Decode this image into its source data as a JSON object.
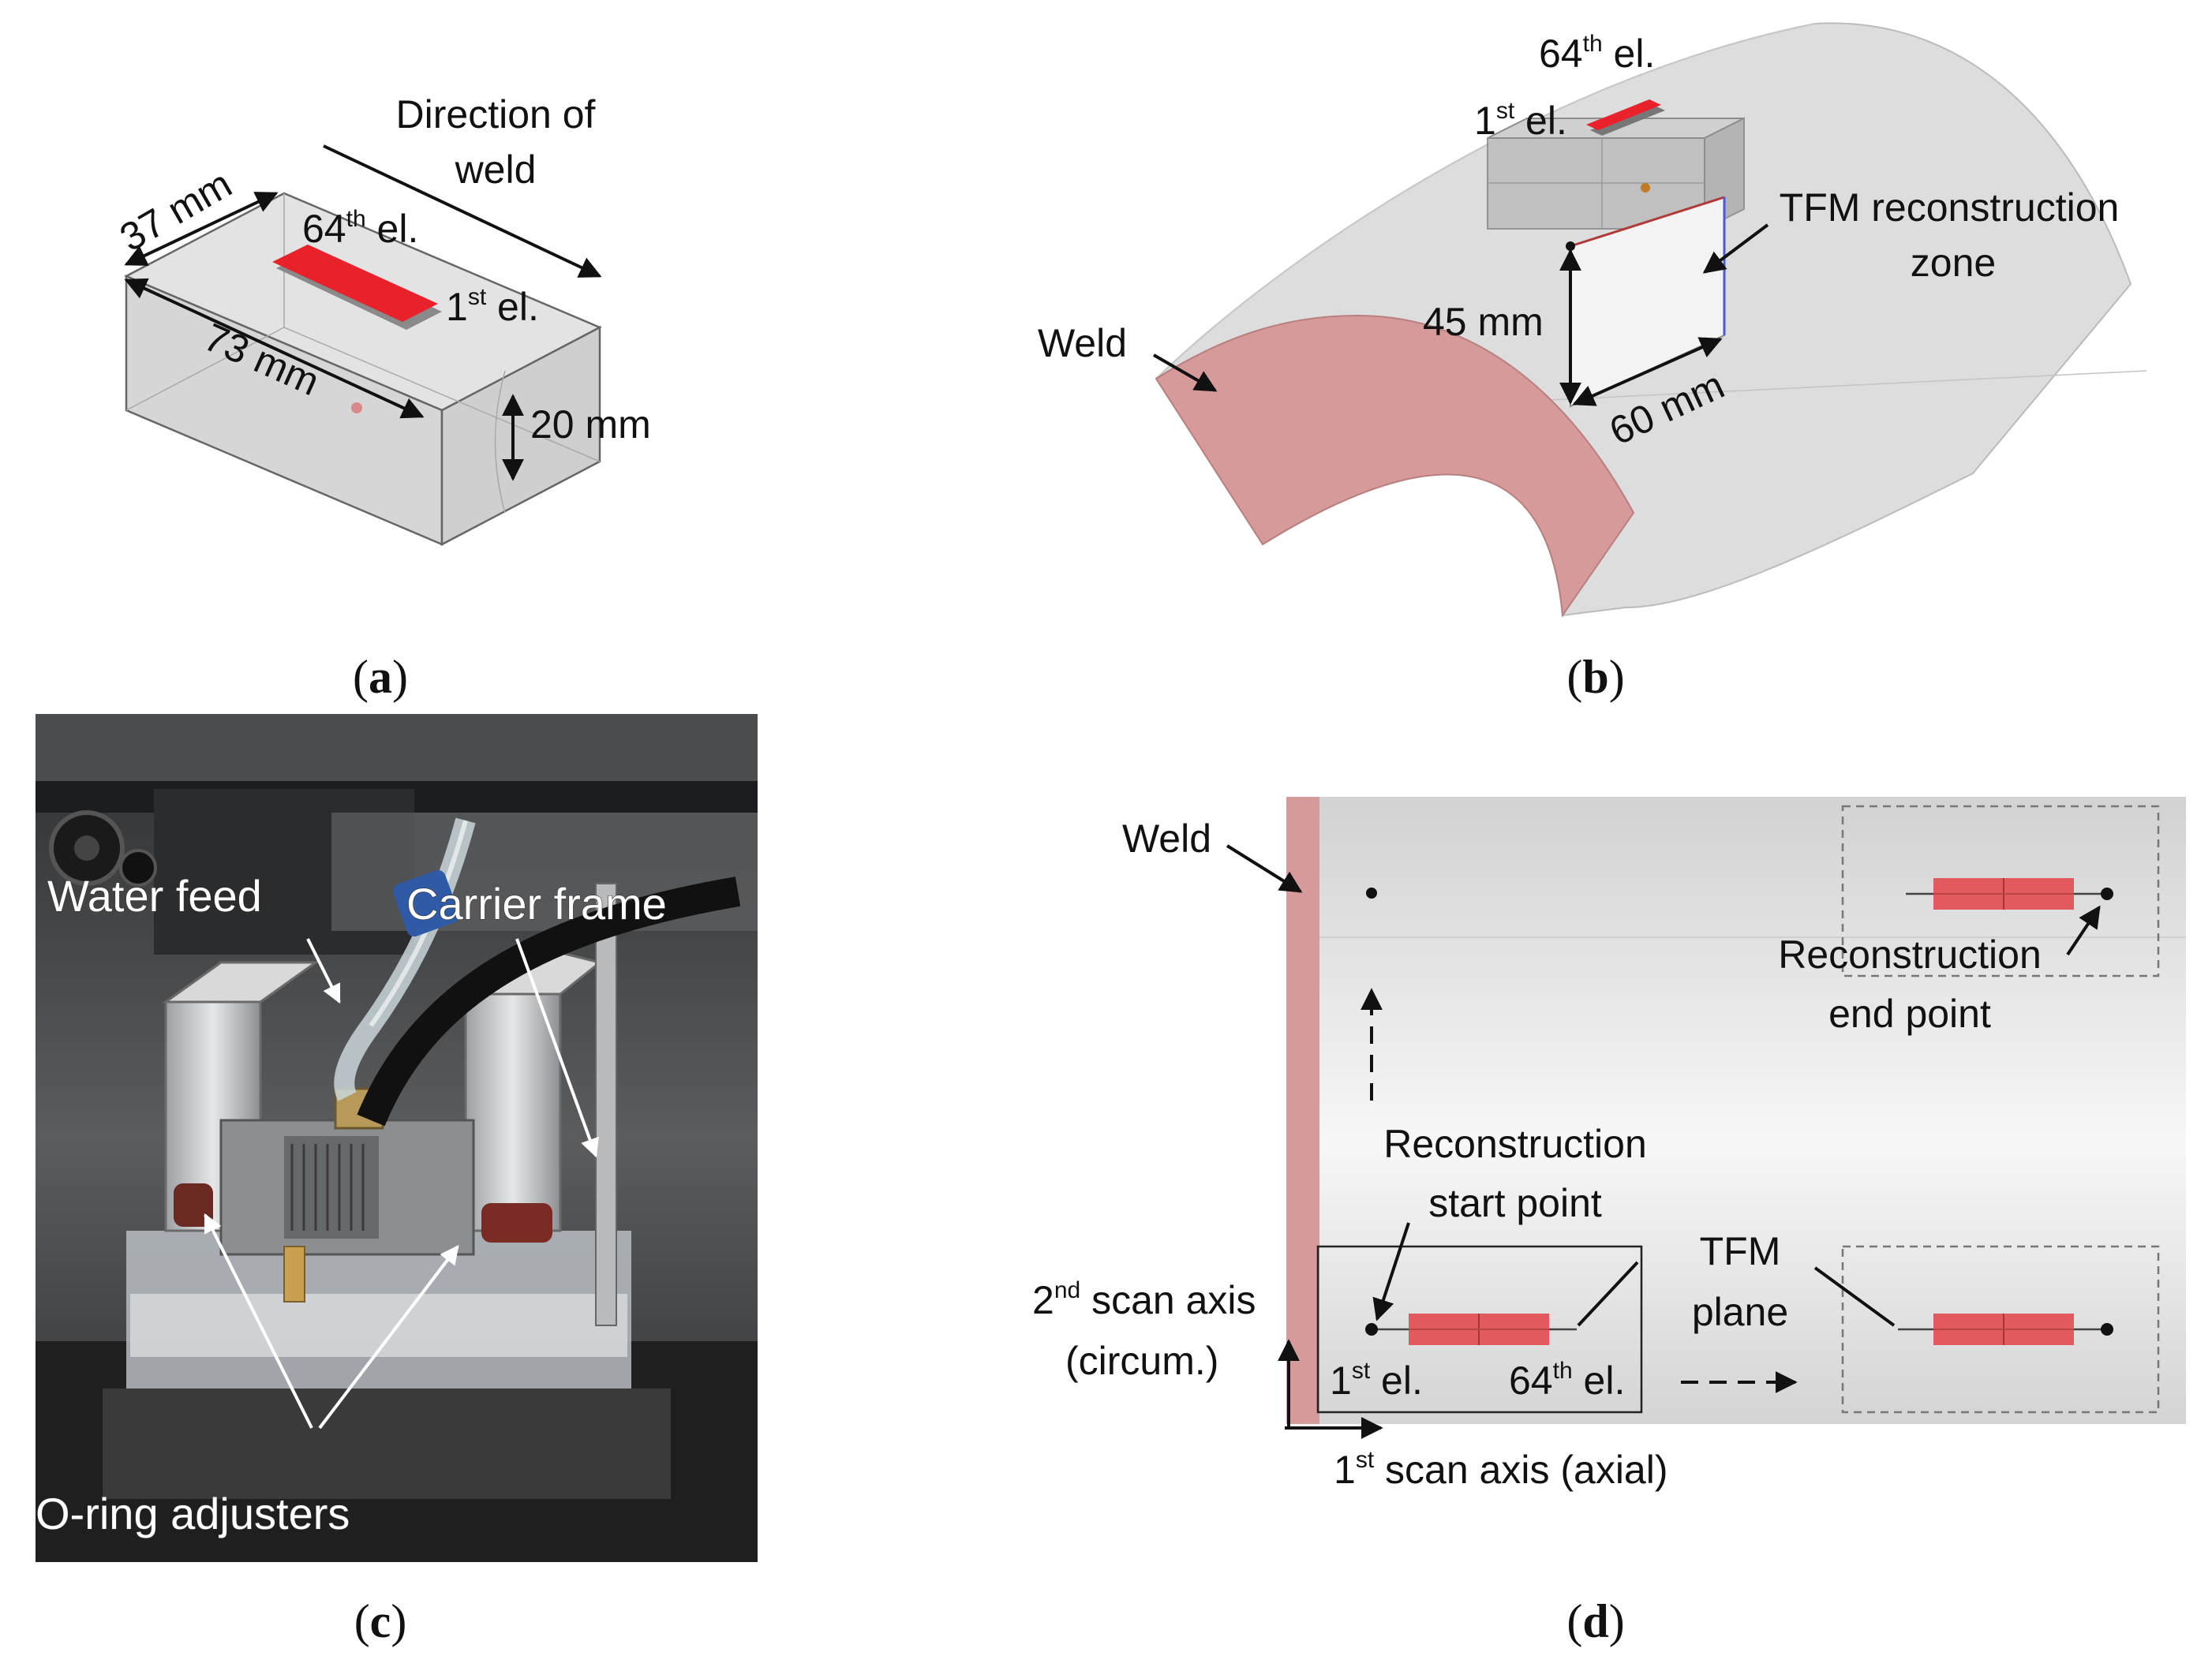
{
  "panels": {
    "a": {
      "caption_letter": "a",
      "direction_line1": "Direction of",
      "direction_line2": "weld",
      "dim_width": "37 mm",
      "dim_length": "73 mm",
      "dim_height": "20 mm",
      "el_last_num": "64",
      "el_last_sup": "th",
      "el_first_num": "1",
      "el_first_sup": "st",
      "el_suffix": " el."
    },
    "b": {
      "caption_letter": "b",
      "el_last_num": "64",
      "el_last_sup": "th",
      "el_first_num": "1",
      "el_first_sup": "st",
      "el_suffix": " el.",
      "tfm_line1": "TFM reconstruction",
      "tfm_line2": "zone",
      "weld": "Weld",
      "dim_depth": "45 mm",
      "dim_width": "60 mm"
    },
    "c": {
      "caption_letter": "c",
      "water_feed": "Water feed",
      "carrier_frame": "Carrier frame",
      "o_ring": "O-ring adjusters"
    },
    "d": {
      "caption_letter": "d",
      "weld": "Weld",
      "recon_end_line1": "Reconstruction",
      "recon_end_line2": "end point",
      "recon_start_line1": "Reconstruction",
      "recon_start_line2": "start point",
      "tfm_line1": "TFM",
      "tfm_line2": "plane",
      "scan2_num": "2",
      "scan2_sup": "nd",
      "scan2_text": " scan axis",
      "scan2_line2": "(circum.)",
      "scan1_num": "1",
      "scan1_sup": "st",
      "scan1_text": " scan axis (axial)",
      "el_first_num": "1",
      "el_first_sup": "st",
      "el_last_num": "64",
      "el_last_sup": "th",
      "el_suffix": " el."
    }
  },
  "colors": {
    "array_red": "#e8212b",
    "weld_pink": "#d79a9a",
    "block_grey": "#dadada",
    "outline": "#555555"
  }
}
